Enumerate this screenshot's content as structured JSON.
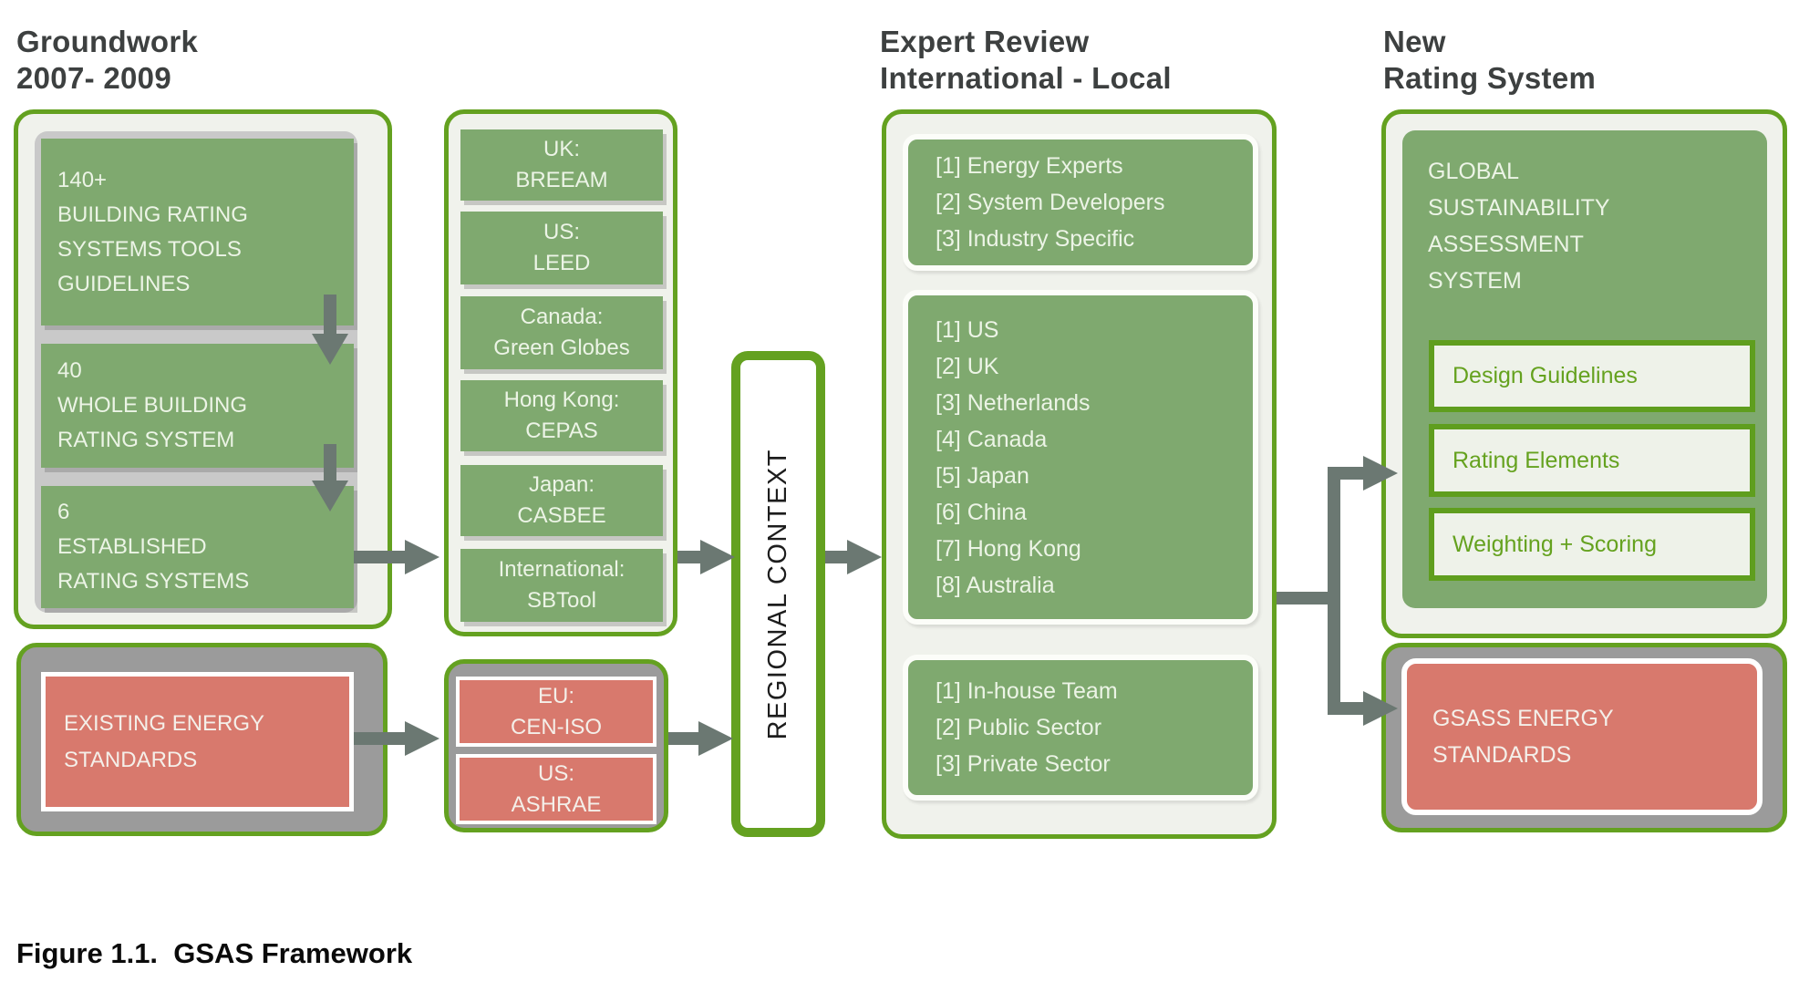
{
  "caption": "Figure 1.1.  GSAS Framework",
  "colors": {
    "accent_green_border": "#64a120",
    "box_green": "#7fa96f",
    "box_red": "#d8796d",
    "panel_bg": "#f0f2ec",
    "gray_light": "#c9c9c9",
    "gray_dark": "#9b9b9b",
    "arrow_gray": "#6b7872",
    "title_text": "#3d4040",
    "component_text_green": "#65a21f"
  },
  "groundwork": {
    "title": [
      "Groundwork",
      "2007- 2009"
    ],
    "stages": [
      {
        "lines": [
          "140+",
          "BUILDING RATING",
          "SYSTEMS TOOLS",
          "GUIDELINES"
        ]
      },
      {
        "lines": [
          "40",
          "WHOLE BUILDING",
          "RATING SYSTEM"
        ]
      },
      {
        "lines": [
          "6",
          "ESTABLISHED",
          "RATING SYSTEMS"
        ]
      }
    ],
    "energy_standards": {
      "lines": [
        "EXISTING ENERGY",
        "STANDARDS"
      ]
    }
  },
  "rating_systems": {
    "items": [
      {
        "lines": [
          "UK:",
          "BREEAM"
        ]
      },
      {
        "lines": [
          "US:",
          "LEED"
        ]
      },
      {
        "lines": [
          "Canada:",
          "Green Globes"
        ]
      },
      {
        "lines": [
          "Hong Kong:",
          "CEPAS"
        ]
      },
      {
        "lines": [
          "Japan:",
          "CASBEE"
        ]
      },
      {
        "lines": [
          "International:",
          "SBTool"
        ]
      }
    ],
    "standards": [
      {
        "lines": [
          "EU:",
          "CEN-ISO"
        ]
      },
      {
        "lines": [
          "US:",
          "ASHRAE"
        ]
      }
    ]
  },
  "regional_context": {
    "label": "REGIONAL CONTEXT"
  },
  "expert_review": {
    "title": [
      "Expert Review",
      "International - Local"
    ],
    "groups": [
      {
        "lines": [
          "[1] Energy Experts",
          "[2] System Developers",
          "[3] Industry Specific"
        ]
      },
      {
        "lines": [
          "[1] US",
          "[2] UK",
          "[3] Netherlands",
          "[4] Canada",
          "[5] Japan",
          "[6] China",
          "[7] Hong Kong",
          "[8] Australia"
        ]
      },
      {
        "lines": [
          "[1] In-house Team",
          "[2] Public Sector",
          "[3] Private Sector"
        ]
      }
    ]
  },
  "new_rating_system": {
    "title": [
      "New",
      "Rating System"
    ],
    "gsas": {
      "lines": [
        "GLOBAL",
        "SUSTAINABILITY",
        "ASSESSMENT",
        "SYSTEM"
      ]
    },
    "components": [
      "Design Guidelines",
      "Rating Elements",
      "Weighting + Scoring"
    ],
    "energy_standards": {
      "lines": [
        "GSASS ENERGY",
        "STANDARDS"
      ]
    }
  }
}
